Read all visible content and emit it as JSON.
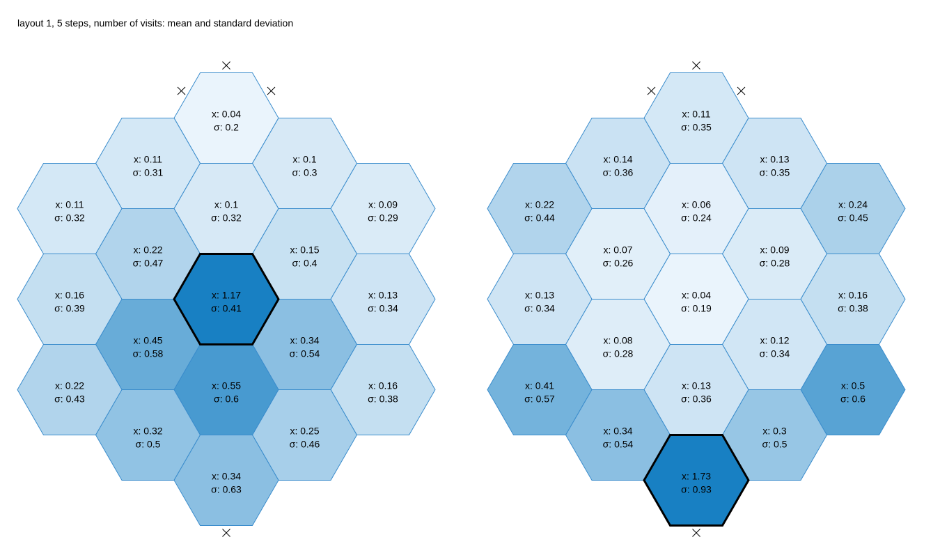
{
  "title": "layout 1, 5 steps, number of visits: mean and standard deviation",
  "colors": {
    "low": "#f7fbff",
    "high": "#1880c3",
    "cell_stroke": "#3a8ccc",
    "highlight_stroke": "#000000",
    "marker": "#000000"
  },
  "color_scale_max": 0.7,
  "panels": [
    {
      "name": "left",
      "cells": [
        {
          "col": 0,
          "row": 0,
          "mean": "x: 0.04",
          "sd": "σ: 0.2",
          "value": 0.04
        },
        {
          "col": -1,
          "row": 1,
          "mean": "x: 0.11",
          "sd": "σ: 0.31",
          "value": 0.11
        },
        {
          "col": 1,
          "row": 1,
          "mean": "x: 0.1",
          "sd": "σ: 0.3",
          "value": 0.1
        },
        {
          "col": -2,
          "row": 2,
          "mean": "x: 0.11",
          "sd": "σ: 0.32",
          "value": 0.11
        },
        {
          "col": 0,
          "row": 2,
          "mean": "x: 0.1",
          "sd": "σ: 0.32",
          "value": 0.1
        },
        {
          "col": 2,
          "row": 2,
          "mean": "x: 0.09",
          "sd": "σ: 0.29",
          "value": 0.09
        },
        {
          "col": -1,
          "row": 3,
          "mean": "x: 0.22",
          "sd": "σ: 0.47",
          "value": 0.22
        },
        {
          "col": 1,
          "row": 3,
          "mean": "x: 0.15",
          "sd": "σ: 0.4",
          "value": 0.15
        },
        {
          "col": -2,
          "row": 4,
          "mean": "x: 0.16",
          "sd": "σ: 0.39",
          "value": 0.16
        },
        {
          "col": 0,
          "row": 4,
          "mean": "x: 1.17",
          "sd": "σ: 0.41",
          "value": 1.17,
          "highlight": true
        },
        {
          "col": 2,
          "row": 4,
          "mean": "x: 0.13",
          "sd": "σ: 0.34",
          "value": 0.13
        },
        {
          "col": -1,
          "row": 5,
          "mean": "x: 0.45",
          "sd": "σ: 0.58",
          "value": 0.45
        },
        {
          "col": 1,
          "row": 5,
          "mean": "x: 0.34",
          "sd": "σ: 0.54",
          "value": 0.34
        },
        {
          "col": -2,
          "row": 6,
          "mean": "x: 0.22",
          "sd": "σ: 0.43",
          "value": 0.22
        },
        {
          "col": 0,
          "row": 6,
          "mean": "x: 0.55",
          "sd": "σ: 0.6",
          "value": 0.55
        },
        {
          "col": 2,
          "row": 6,
          "mean": "x: 0.16",
          "sd": "σ: 0.38",
          "value": 0.16
        },
        {
          "col": -1,
          "row": 7,
          "mean": "x: 0.32",
          "sd": "σ: 0.5",
          "value": 0.32
        },
        {
          "col": 1,
          "row": 7,
          "mean": "x: 0.25",
          "sd": "σ: 0.46",
          "value": 0.25
        },
        {
          "col": 0,
          "row": 8,
          "mean": "x: 0.34",
          "sd": "σ: 0.63",
          "value": 0.34
        }
      ],
      "markers": [
        {
          "col": 0,
          "row": 0,
          "side": "top"
        },
        {
          "col": -1,
          "row": 1,
          "side": "top"
        },
        {
          "col": 1,
          "row": 1,
          "side": "top"
        },
        {
          "col": 0,
          "row": 8,
          "side": "bottom"
        }
      ]
    },
    {
      "name": "right",
      "cells": [
        {
          "col": 0,
          "row": 0,
          "mean": "x: 0.11",
          "sd": "σ: 0.35",
          "value": 0.11
        },
        {
          "col": -1,
          "row": 1,
          "mean": "x: 0.14",
          "sd": "σ: 0.36",
          "value": 0.14
        },
        {
          "col": 1,
          "row": 1,
          "mean": "x: 0.13",
          "sd": "σ: 0.35",
          "value": 0.13
        },
        {
          "col": -2,
          "row": 2,
          "mean": "x: 0.22",
          "sd": "σ: 0.44",
          "value": 0.22
        },
        {
          "col": 0,
          "row": 2,
          "mean": "x: 0.06",
          "sd": "σ: 0.24",
          "value": 0.06
        },
        {
          "col": 2,
          "row": 2,
          "mean": "x: 0.24",
          "sd": "σ: 0.45",
          "value": 0.24
        },
        {
          "col": -1,
          "row": 3,
          "mean": "x: 0.07",
          "sd": "σ: 0.26",
          "value": 0.07
        },
        {
          "col": 1,
          "row": 3,
          "mean": "x: 0.09",
          "sd": "σ: 0.28",
          "value": 0.09
        },
        {
          "col": -2,
          "row": 4,
          "mean": "x: 0.13",
          "sd": "σ: 0.34",
          "value": 0.13
        },
        {
          "col": 0,
          "row": 4,
          "mean": "x: 0.04",
          "sd": "σ: 0.19",
          "value": 0.04
        },
        {
          "col": 2,
          "row": 4,
          "mean": "x: 0.16",
          "sd": "σ: 0.38",
          "value": 0.16
        },
        {
          "col": -1,
          "row": 5,
          "mean": "x: 0.08",
          "sd": "σ: 0.28",
          "value": 0.08
        },
        {
          "col": 1,
          "row": 5,
          "mean": "x: 0.12",
          "sd": "σ: 0.34",
          "value": 0.12
        },
        {
          "col": -2,
          "row": 6,
          "mean": "x: 0.41",
          "sd": "σ: 0.57",
          "value": 0.41
        },
        {
          "col": 0,
          "row": 6,
          "mean": "x: 0.13",
          "sd": "σ: 0.36",
          "value": 0.13
        },
        {
          "col": 2,
          "row": 6,
          "mean": "x: 0.5",
          "sd": "σ: 0.6",
          "value": 0.5
        },
        {
          "col": -1,
          "row": 7,
          "mean": "x: 0.34",
          "sd": "σ: 0.54",
          "value": 0.34
        },
        {
          "col": 1,
          "row": 7,
          "mean": "x: 0.3",
          "sd": "σ: 0.5",
          "value": 0.3
        },
        {
          "col": 0,
          "row": 8,
          "mean": "x: 1.73",
          "sd": "σ: 0.93",
          "value": 1.73,
          "highlight": true
        }
      ],
      "markers": [
        {
          "col": 0,
          "row": 0,
          "side": "top"
        },
        {
          "col": -1,
          "row": 1,
          "side": "top"
        },
        {
          "col": 1,
          "row": 1,
          "side": "top"
        },
        {
          "col": 0,
          "row": 8,
          "side": "bottom"
        }
      ]
    }
  ]
}
